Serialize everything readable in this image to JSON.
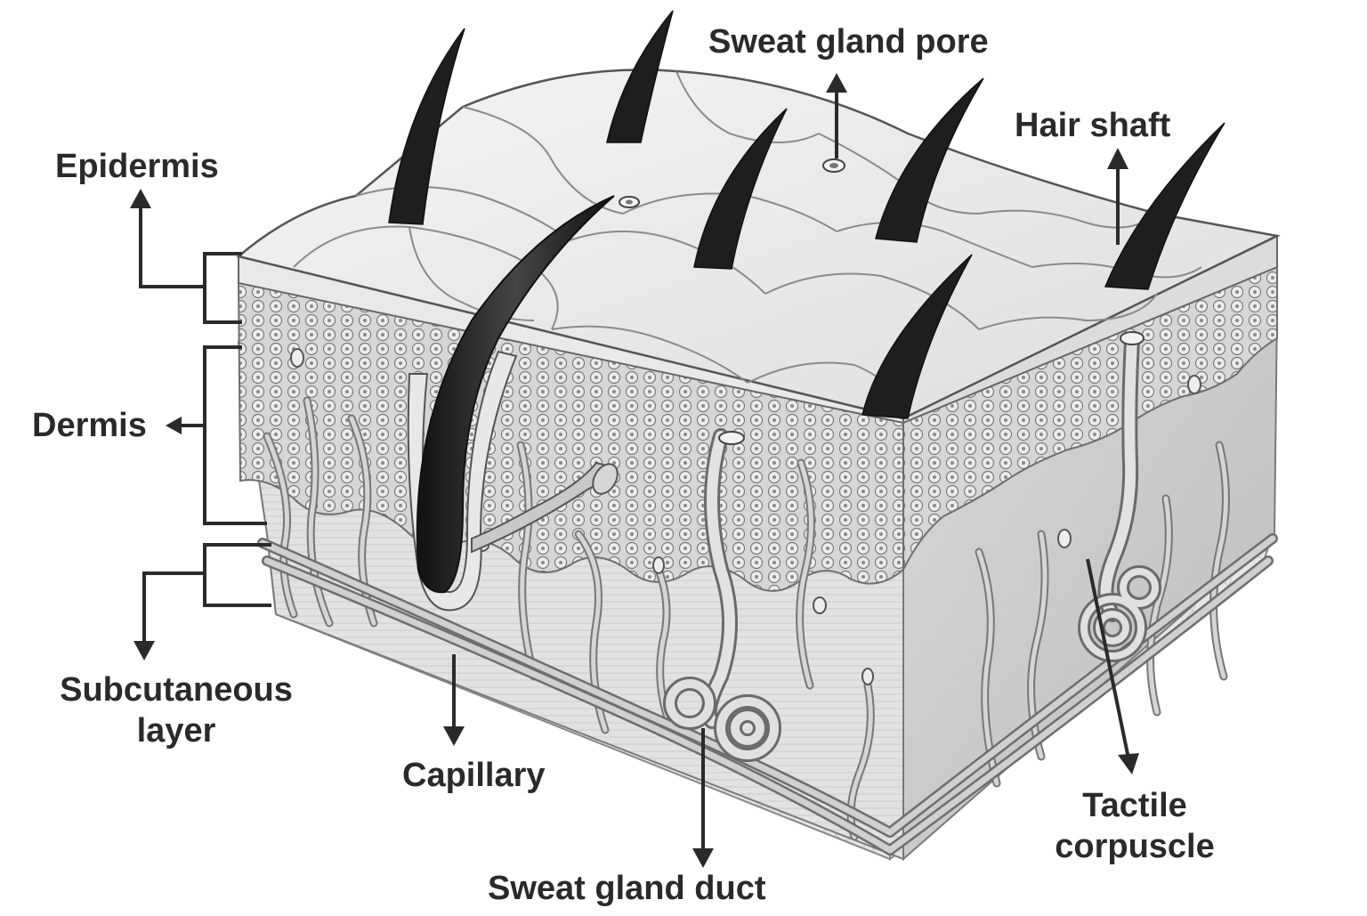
{
  "labels": {
    "epidermis": "Epidermis",
    "dermis": "Dermis",
    "subcutaneous_line1": "Subcutaneous",
    "subcutaneous_line2": "layer",
    "capillary": "Capillary",
    "sweat_gland_duct": "Sweat gland duct",
    "sweat_gland_pore": "Sweat gland pore",
    "hair_shaft": "Hair shaft",
    "tactile_line1": "Tactile",
    "tactile_line2": "corpuscle"
  },
  "colors": {
    "label_text": "#2a2a2a",
    "leader_line": "#2a2a2a",
    "epidermis_surface": "#ececec",
    "front_face": "#dcdcdc",
    "side_face": "#cfcfcf",
    "hair": "#222222",
    "vessel": "#bdbdbd",
    "vessel_outline": "#6e6e6e"
  }
}
